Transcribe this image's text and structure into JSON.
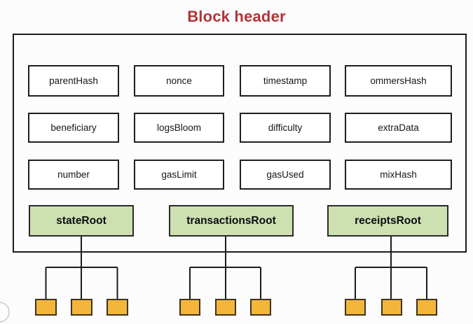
{
  "title": "Block header",
  "fields": [
    [
      "parentHash",
      "nonce",
      "timestamp",
      "ommersHash"
    ],
    [
      "beneficiary",
      "logsBloom",
      "difficulty",
      "extraData"
    ],
    [
      "number",
      "gasLimit",
      "gasUsed",
      "mixHash"
    ]
  ],
  "roots": [
    "stateRoot",
    "transactionsRoot",
    "receiptsRoot"
  ],
  "colors": {
    "title_color": "#b23338",
    "root_fill": "#cde0b2",
    "leaf_fill": "#f4b63a",
    "line_color": "#1c1c1c",
    "bg": "#fcfcfc"
  }
}
